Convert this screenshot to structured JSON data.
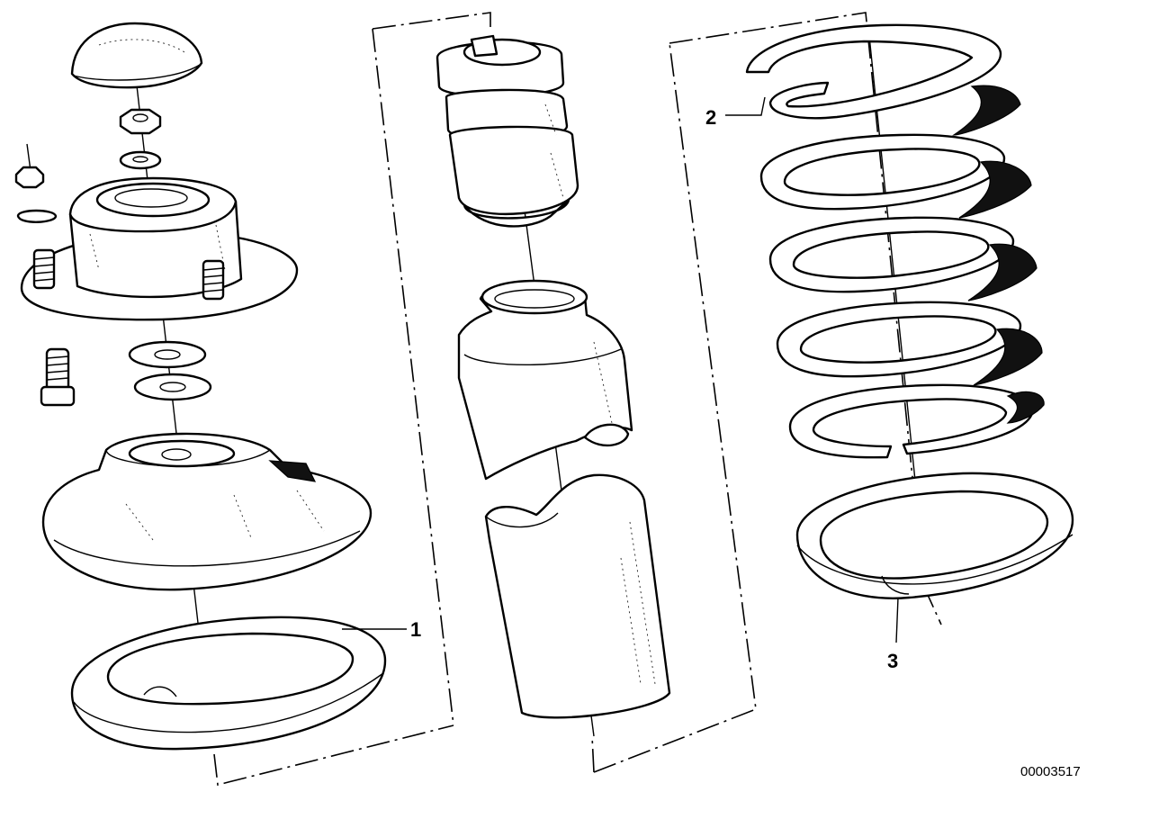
{
  "callouts": {
    "c1": "1",
    "c2": "2",
    "c3": "3"
  },
  "document_number": "00003517"
}
